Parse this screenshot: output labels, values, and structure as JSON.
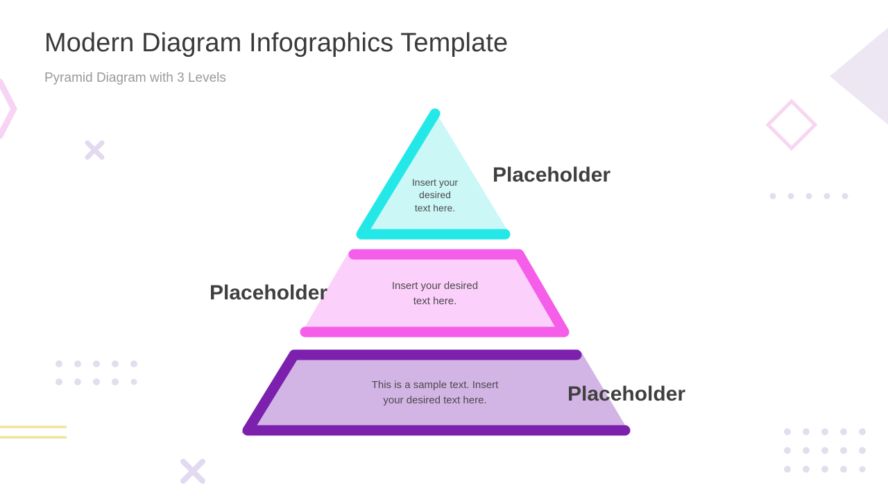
{
  "header": {
    "title": "Modern Diagram Infographics Template",
    "subtitle": "Pyramid Diagram with 3 Levels"
  },
  "pyramid": {
    "levels": [
      {
        "id": "level-1",
        "shape": "triangle",
        "label": "Placeholder",
        "label_side": "right",
        "body": "Insert your\ndesired\ntext here.",
        "fill": "#CCF7F7",
        "stroke": "#24E8E8"
      },
      {
        "id": "level-2",
        "shape": "trapezoid",
        "label": "Placeholder",
        "label_side": "left",
        "body": "Insert your desired\ntext here.",
        "fill": "#FBD0FB",
        "stroke": "#F55EE8"
      },
      {
        "id": "level-3",
        "shape": "trapezoid",
        "label": "Placeholder",
        "label_side": "right",
        "body": "This is a sample text. Insert\nyour desired text here.",
        "fill": "#D3B5E5",
        "stroke": "#7B21AD"
      }
    ]
  },
  "decorations": {
    "chevron_left": "#F8D4F4",
    "cross_mark": "#DCD4EE",
    "diamond_outline": "#F7D6F0",
    "triangle_corner": "#EDE7F4",
    "dots": "#E2DEEE",
    "lines_yellow": "#F0E49A"
  },
  "theme": {
    "background": "#FFFFFF",
    "title_color": "#3A3A3A",
    "subtitle_color": "#9A9A9A",
    "body_text_color": "#4A4A4A",
    "label_color": "#3F3F3F"
  }
}
